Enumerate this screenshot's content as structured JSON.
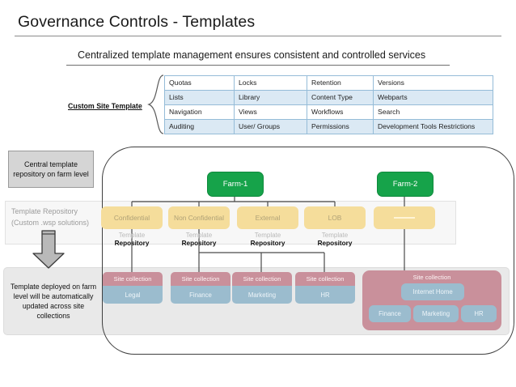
{
  "header": {
    "title": "Governance Controls - Templates",
    "subtitle": "Centralized template management ensures consistent and controlled services"
  },
  "controls_table": {
    "caption": "Custom Site Template",
    "rows": [
      [
        "Quotas",
        "Locks",
        "Retention",
        "Versions"
      ],
      [
        "Lists",
        "Library",
        "Content Type",
        "Webparts"
      ],
      [
        "Navigation",
        "Views",
        "Workflows",
        "Search"
      ],
      [
        "Auditing",
        "User/ Groups",
        "Permissions",
        "Development Tools Restrictions"
      ]
    ]
  },
  "callouts": {
    "central": "Central template repository on farm level",
    "repository": "Template Repository (Custom .wsp solutions)",
    "repository_line1": "Template Repository",
    "repository_line2": "(Custom .wsp solutions)",
    "deployed": "Template deployed on farm level will be automatically updated across site collections"
  },
  "farms": [
    {
      "label": "Farm-1"
    },
    {
      "label": "Farm-2"
    }
  ],
  "templates": [
    {
      "name": "Confidential",
      "cap1": "Template",
      "cap2": "Repository"
    },
    {
      "name": "Non Confidential",
      "cap1": "Template",
      "cap2": "Repository"
    },
    {
      "name": "External",
      "cap1": "Template",
      "cap2": "Repository"
    },
    {
      "name": "LOB",
      "cap1": "Template",
      "cap2": "Repository"
    },
    {
      "name": "",
      "cap1": "",
      "cap2": ""
    }
  ],
  "site_collections": [
    {
      "header": "Site collection",
      "name": "Legal"
    },
    {
      "header": "Site collection",
      "name": "Finance"
    },
    {
      "header": "Site collection",
      "name": "Marketing"
    },
    {
      "header": "Site collection",
      "name": "HR"
    }
  ],
  "farm2_group": {
    "header": "Site collection",
    "primary": "Internet Home",
    "children": [
      "Finance",
      "Marketing",
      "HR"
    ]
  },
  "colors": {
    "farm_green": "#16a34a",
    "template_yellow": "#f5dd9b",
    "site_pink": "#c9909b",
    "site_blue": "#9bbcce",
    "table_border": "#95bcd8",
    "table_alt_row": "#dbe9f4",
    "band_gray": "#e9e9e9"
  }
}
